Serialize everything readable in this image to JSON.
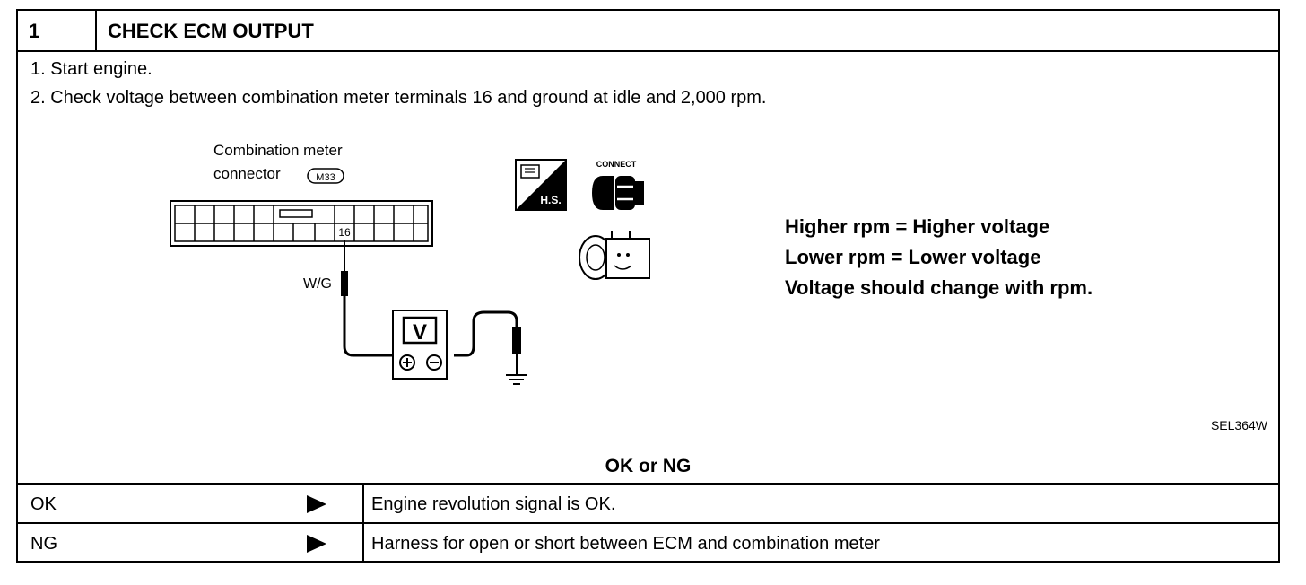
{
  "header": {
    "number": "1",
    "title": "CHECK ECM OUTPUT"
  },
  "steps": [
    "1.  Start engine.",
    "2.  Check voltage between combination meter terminals 16 and ground at idle and 2,000 rpm."
  ],
  "figure": {
    "connector_label_line1": "Combination  meter",
    "connector_label_line2": "connector",
    "connector_id": "M33",
    "terminal": "16",
    "wire_color": "W/G",
    "meter_symbol": "V",
    "icons": [
      "hot-stick-hs-icon",
      "connect-icon",
      "engine-icon"
    ],
    "icon_hs_text": "H.S.",
    "icon_connect_text": "CONNECT",
    "figure_code": "SEL364W"
  },
  "notes": [
    "Higher rpm = Higher voltage",
    "Lower rpm = Lower voltage",
    "Voltage should change with rpm."
  ],
  "result_heading": "OK or NG",
  "results": [
    {
      "label": "OK",
      "text": "Engine revolution signal is OK."
    },
    {
      "label": "NG",
      "text": "Harness for open or short between ECM and combination meter"
    }
  ]
}
